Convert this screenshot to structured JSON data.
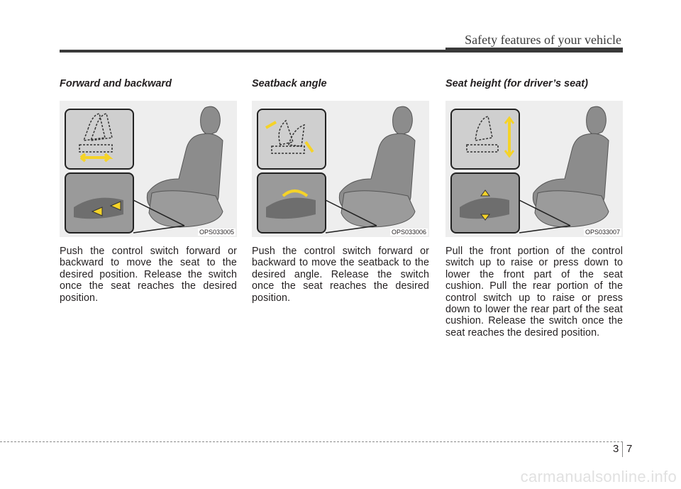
{
  "header": {
    "title": "Safety features of your vehicle"
  },
  "colors": {
    "arrow": "#f5d328",
    "text": "#231f20",
    "rule": "#3a3a3a"
  },
  "sections": [
    {
      "heading": "Forward and backward",
      "figure_code": "OPS033005",
      "body": "Push the control switch forward or backward to move the seat to the desired position. Release the switch once the seat reaches the desired position."
    },
    {
      "heading": "Seatback angle",
      "figure_code": "OPS033006",
      "body": "Push the control switch forward or backward to move the seatback to the desired angle. Release the switch once the seat reaches the desired position."
    },
    {
      "heading": "Seat height (for driver’s seat)",
      "figure_code": "OPS033007",
      "body": "Pull the front portion of the control switch up to raise or press down to lower the front part of the seat cushion. Pull the rear portion of the control switch up to raise or press down to lower the rear part of the seat cushion. Release the switch once the seat reaches the desired position."
    }
  ],
  "footer": {
    "chapter": "3",
    "page": "7",
    "watermark": "carmanualsonline.info"
  }
}
